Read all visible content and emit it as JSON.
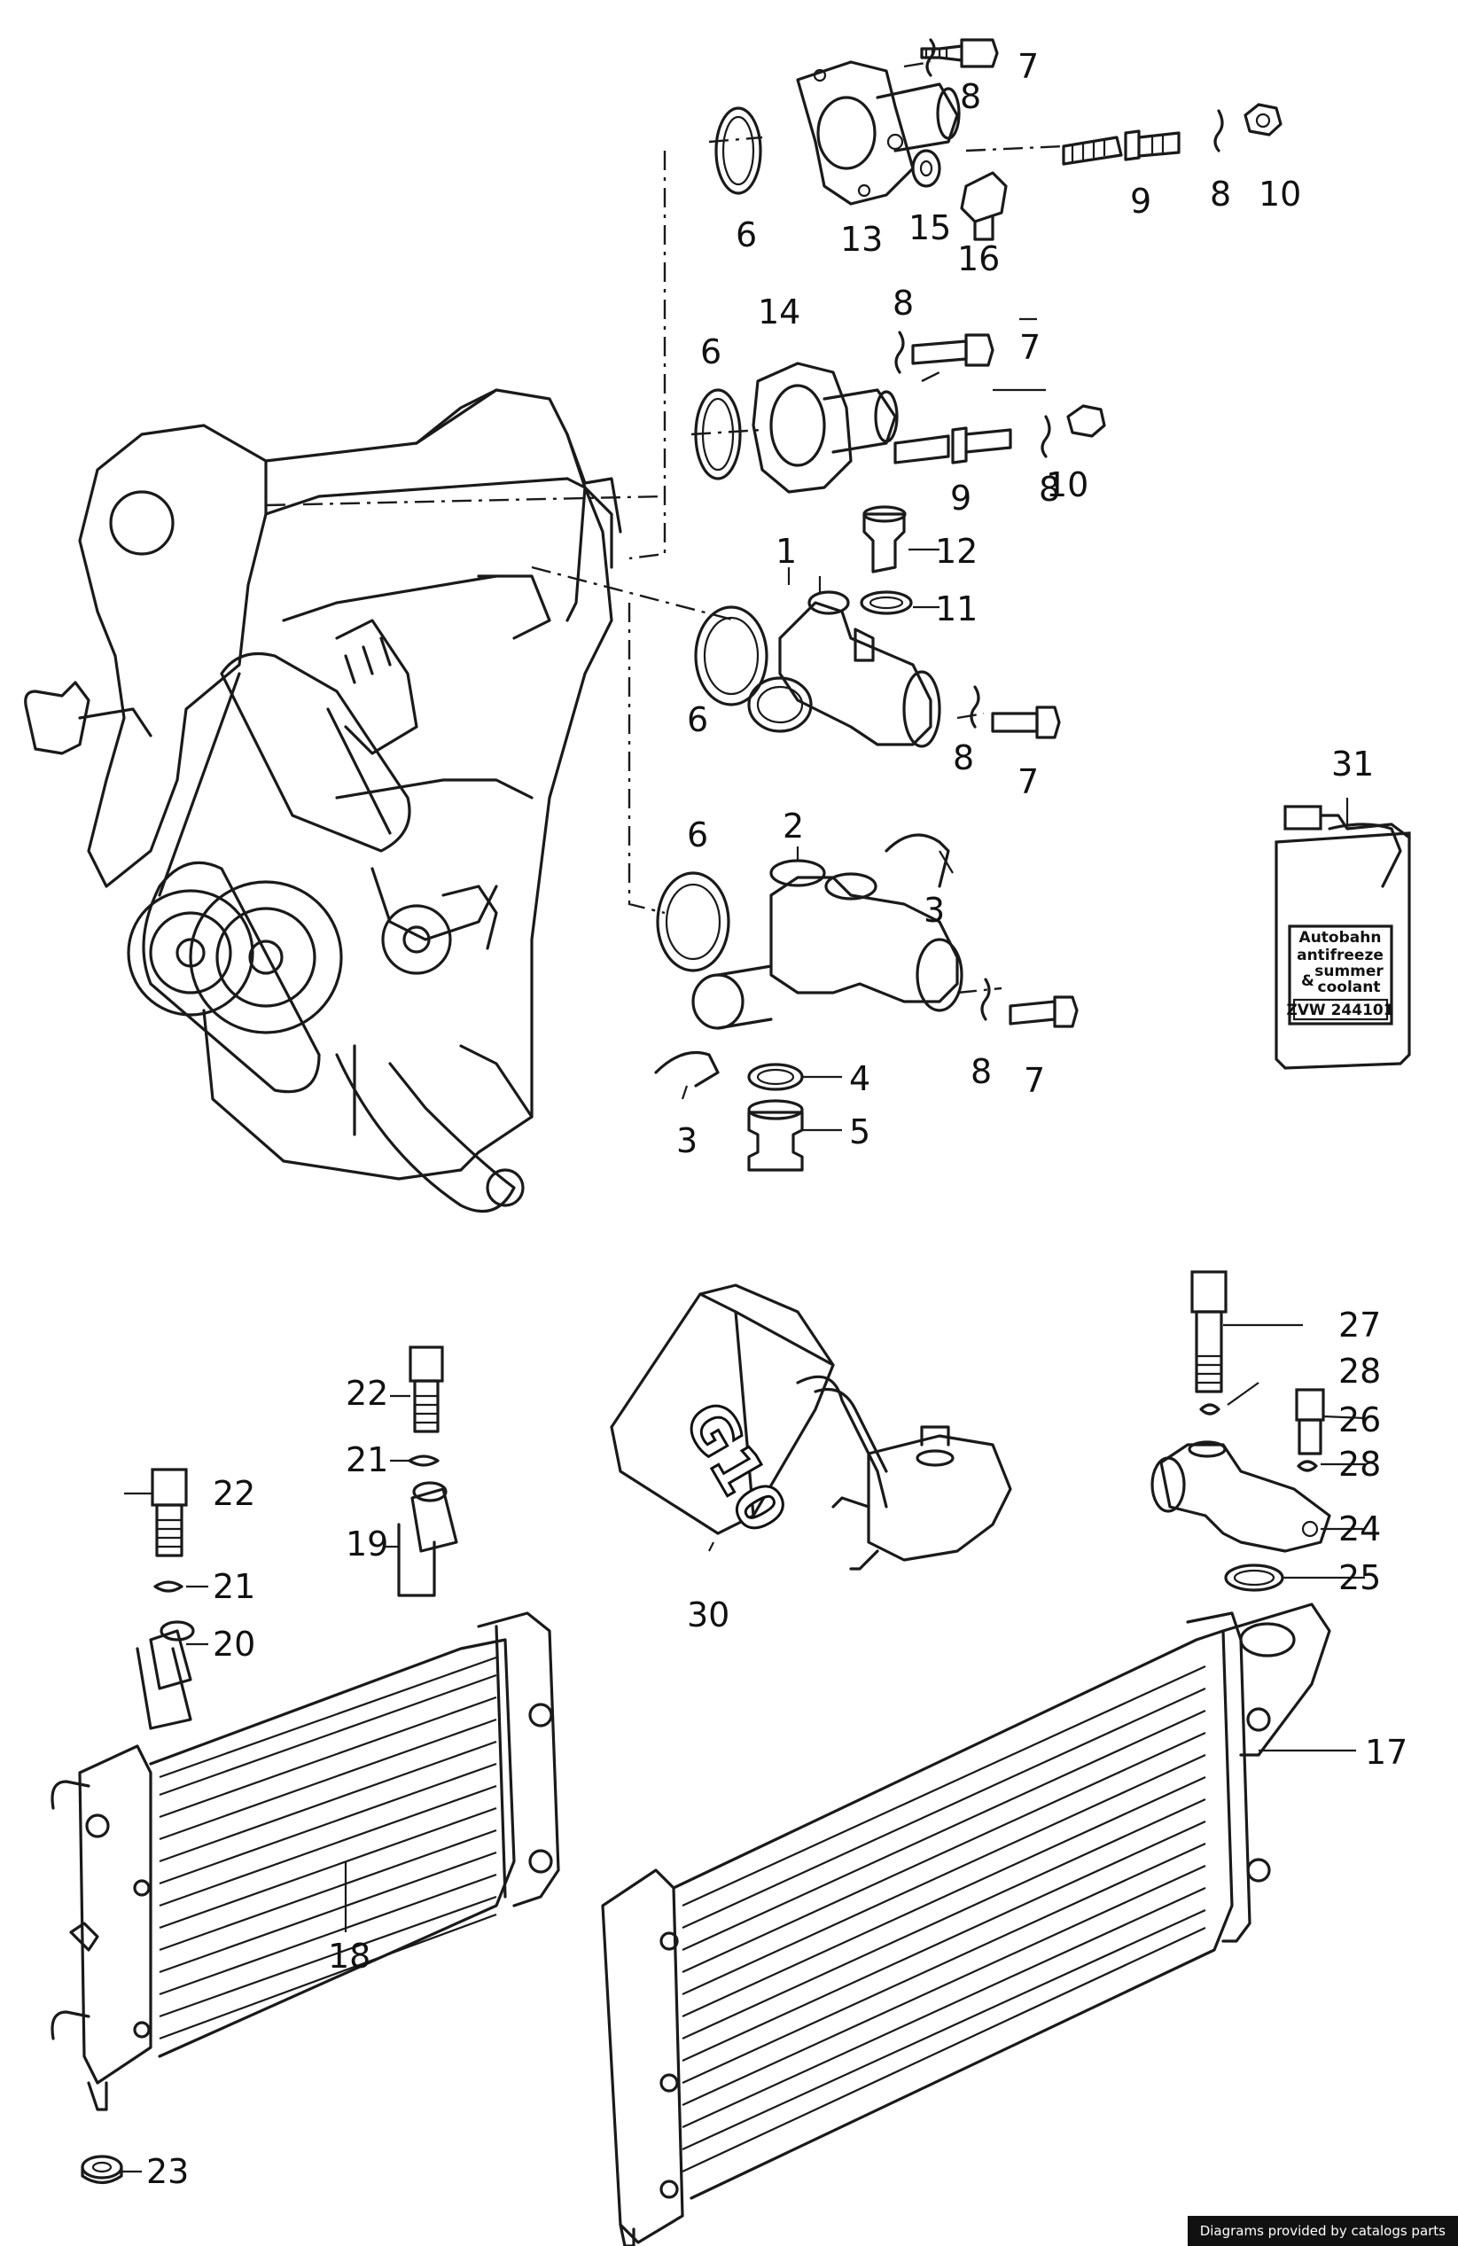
{
  "callouts": [
    {
      "n": "1",
      "label": "1"
    },
    {
      "n": "2",
      "label": "2"
    },
    {
      "n": "3",
      "label": "3"
    },
    {
      "n": "4",
      "label": "4"
    },
    {
      "n": "5",
      "label": "5"
    },
    {
      "n": "6",
      "label": "6"
    },
    {
      "n": "7",
      "label": "7"
    },
    {
      "n": "8",
      "label": "8"
    },
    {
      "n": "9",
      "label": "9"
    },
    {
      "n": "10",
      "label": "10"
    },
    {
      "n": "11",
      "label": "11"
    },
    {
      "n": "12",
      "label": "12"
    },
    {
      "n": "13",
      "label": "13"
    },
    {
      "n": "14",
      "label": "14"
    },
    {
      "n": "15",
      "label": "15"
    },
    {
      "n": "16",
      "label": "16"
    },
    {
      "n": "17",
      "label": "17"
    },
    {
      "n": "18",
      "label": "18"
    },
    {
      "n": "19",
      "label": "19"
    },
    {
      "n": "20",
      "label": "20"
    },
    {
      "n": "21",
      "label": "21"
    },
    {
      "n": "22",
      "label": "22"
    },
    {
      "n": "23",
      "label": "23"
    },
    {
      "n": "24",
      "label": "24"
    },
    {
      "n": "25",
      "label": "25"
    },
    {
      "n": "26",
      "label": "26"
    },
    {
      "n": "27",
      "label": "27"
    },
    {
      "n": "28",
      "label": "28"
    },
    {
      "n": "30",
      "label": "30"
    },
    {
      "n": "31",
      "label": "31"
    }
  ],
  "coolant_label": {
    "line1": "Autobahn",
    "line2": "antifreeze",
    "line3": "summer",
    "line4": "coolant",
    "part_no": "ZVW 244101"
  },
  "g10_mark": "G10",
  "credit": "Diagrams provided by catalogs parts"
}
